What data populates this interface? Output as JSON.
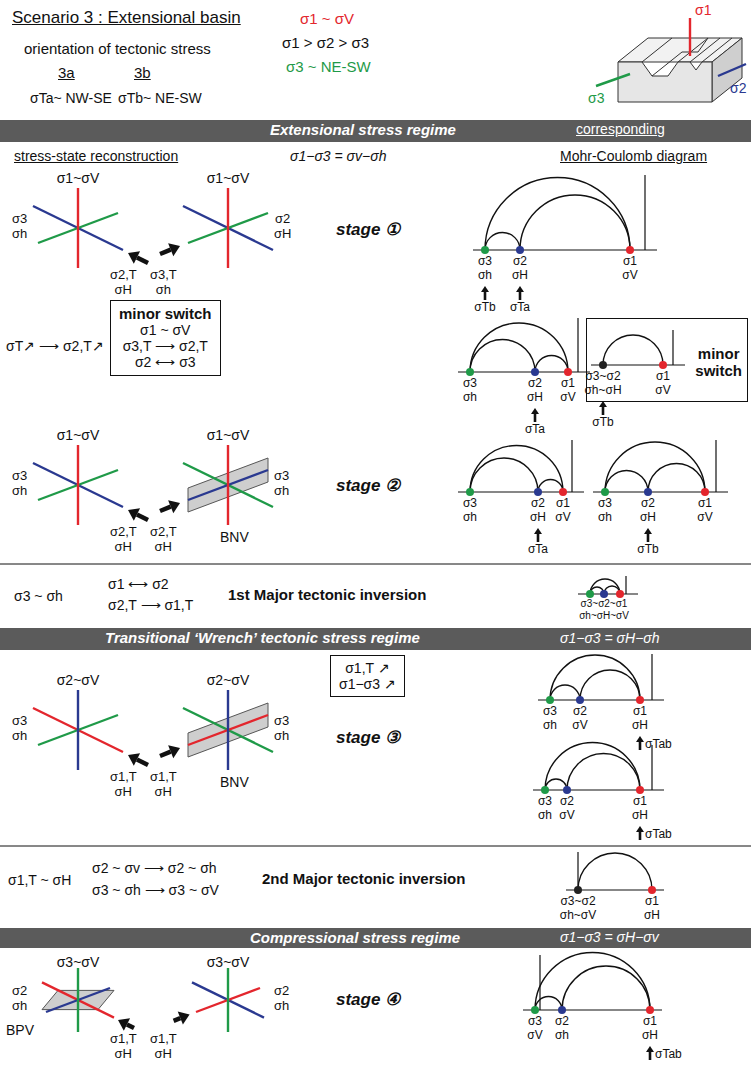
{
  "diagram": {
    "title": "Scenario 3 : Extensional basin",
    "nodes": [
      {
        "text": [
          "Extensional stress regime",
          "corresponding"
        ]
      },
      {
        "text": [
          "minor switch",
          "σ1 ~ σV",
          "σ3,T ⟶ σ2,T",
          "σ2 ⟷ σ3"
        ]
      },
      {
        "text": [
          "minor switch"
        ]
      },
      {
        "text": [
          "Transitional ‘Wrench’ tectonic stress regime",
          "σ1−σ3 = σH−σh"
        ]
      },
      {
        "text": [
          "σ1,T ↗",
          "σ1−σ3 ↗"
        ]
      },
      {
        "text": [
          "Compressional stress regime",
          "σ1−σ3 = σH−σv"
        ]
      }
    ],
    "labels": [
      "orientation of tectonic stress",
      "3a",
      "3b",
      "σTa~ NW-SE",
      "σTb~ NE-SW",
      "σ1 ~ σV",
      "σ1 > σ2 > σ3",
      "σ3 ~ NE-SW",
      "σ1",
      "σ3",
      "σ2",
      "stress-state reconstruction",
      "σ1−σ3 = σv−σh",
      "Mohr-Coulomb diagram",
      "σ1~σV",
      "σ3 σh",
      "σ2,T σH",
      "σ1~σV",
      "σ2 σH",
      "σ3,T σh",
      "stage ①",
      "σ3 σh",
      "σ2 σH",
      "σ1 σV",
      "σTb",
      "σTa",
      "σT↗ ⟶ σ2,T↗",
      "σ3 σh",
      "σ2 σH",
      "σ1 σV",
      "σTa",
      "σ3~σ2 σh~σH",
      "σ1 σV",
      "σTb",
      "σ1~σV",
      "σ3 σh",
      "σ2,T σH",
      "σ1~σV",
      "σ3 σh",
      "σ2,T σH",
      "BNV",
      "stage ②",
      "σ3 σh",
      "σ2 σH",
      "σ1 σV",
      "σTa",
      "σ3 σh",
      "σ2 σH",
      "σ1 σV",
      "σTb",
      "σ3 ~ σh",
      "σ1 ⟷ σ2",
      "σ2,T ⟶ σ1,T",
      "1st Major tectonic inversion",
      "σ3~σ2~σ1 σh~σH~σV",
      "σ2~σV",
      "σ3 σh",
      "σ1,T σH",
      "σ2~σV",
      "σ3 σh",
      "σ1,T σH",
      "BNV",
      "stage ③",
      "σ3 σh",
      "σ2 σV",
      "σ1 σH",
      "σTab",
      "σ3 σh",
      "σ2 σV",
      "σ1 σH",
      "σTab",
      "σ1,T ~ σH",
      "σ2 ~ σv ⟶ σ2 ~ σh",
      "σ3 ~ σh ⟶ σ3 ~ σV",
      "2nd Major tectonic inversion",
      "σ3~σ2 σh~σV",
      "σ1 σH",
      "σ3~σV",
      "σ2 σh",
      "σ1,T σH",
      "BPV",
      "σ3~σV",
      "σ2 σh",
      "σ1,T σH",
      "stage ④",
      "σ3 σV",
      "σ2 σh",
      "σ1 σH",
      "σTab"
    ]
  }
}
